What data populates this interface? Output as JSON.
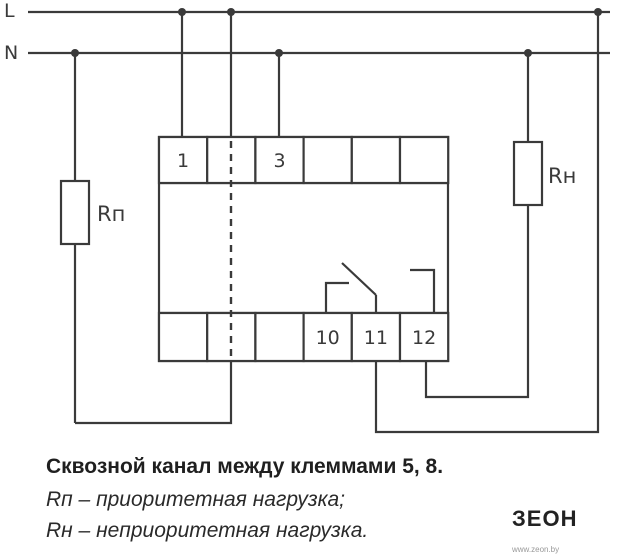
{
  "lines": {
    "L": "L",
    "N": "N"
  },
  "terminals_top": [
    "1",
    "",
    "3",
    "",
    "",
    ""
  ],
  "terminals_bottom": [
    "",
    "",
    "",
    "10",
    "11",
    "12"
  ],
  "resistors": {
    "priority": "Rп",
    "nonpriority": "Rн"
  },
  "caption": {
    "line1": "Сквозной канал между клеммами 5, 8.",
    "line2": "Rп – приоритетная нагрузка;",
    "line3": "Rн – неприоритетная нагрузка."
  },
  "logo": {
    "text": "ЗЕОН",
    "subtext": "www.zeon.by"
  },
  "colors": {
    "line": "#3a3a3a",
    "background": "#ffffff"
  }
}
